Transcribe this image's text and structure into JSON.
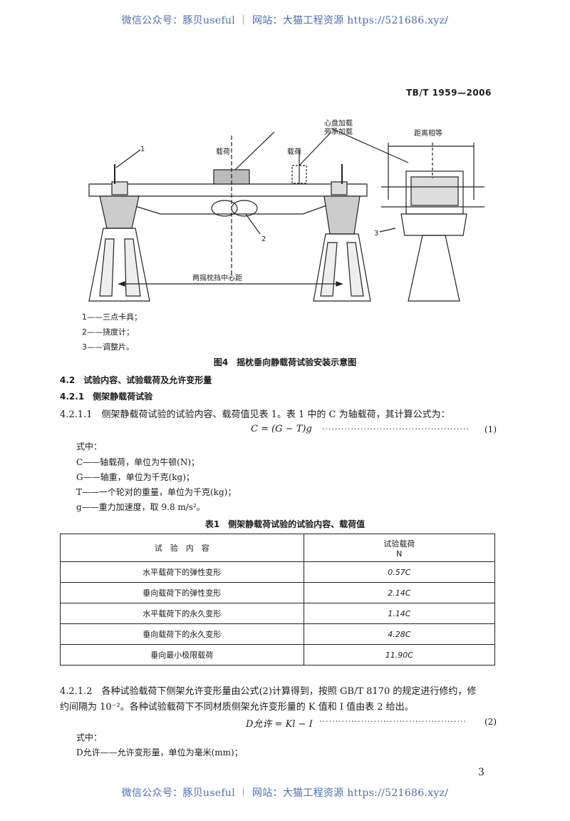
{
  "watermark": {
    "top_text": "微信公众号：豚贝useful ｜ 网站：大猫工程资源 https://521686.xyz/",
    "bottom_text": "微信公众号：豚贝useful ｜ 网站：大猫工程资源 https://521686.xyz/"
  },
  "header": {
    "standard_code": "TB/T 1959—2006"
  },
  "figure": {
    "labels": {
      "load_left": "载荷",
      "load_right": "载荷",
      "center_plate": "心盘加载",
      "side_bearing": "旁承加载",
      "distance_label": "距离相等",
      "span_label": "两摇枕挡中心距",
      "callout_1": "1",
      "callout_2": "2",
      "callout_3": "3"
    },
    "legend": [
      "1——三点卡具；",
      "2——挠度计；",
      "3——调整片。"
    ],
    "caption": "图4　摇枕垂向静载荷试验安装示意图"
  },
  "sections": {
    "s_4_2": "4.2　试验内容、试验载荷及允许变形量",
    "s_4_2_1": "4.2.1　侧架静载荷试验",
    "p_4_2_1_1": "4.2.1.1　侧架静载荷试验的试验内容、载荷值见表 1。表 1 中的 C 为轴载荷，其计算公式为：",
    "formula_1": "C = (G − T)g",
    "formula_1_dots": "··············································",
    "formula_1_no": "(1)",
    "where_1": "式中：",
    "defs_1": [
      "C——轴载荷，单位为牛顿(N)；",
      "G——轴重，单位为千克(kg)；",
      "T——一个轮对的重量，单位为千克(kg)；",
      "g——重力加速度，取 9.8 m/s²。"
    ],
    "table_caption": "表1　侧架静载荷试验的试验内容、载荷值",
    "p_4_2_1_2_line1": "4.2.1.2　各种试验载荷下侧架允许变形量由公式(2)计算得到，按照 GB/T 8170 的规定进行修约，修",
    "p_4_2_1_2_line2": "约间隔为 10⁻²。各种试验载荷下不同材质侧架允许变形量的 K 值和 I 值由表 2 给出。",
    "formula_2": "D允许 = Kl − I",
    "formula_2_dots": "··············································",
    "formula_2_no": "(2)",
    "where_2": "式中：",
    "defs_2": [
      "D允许——允许变形量，单位为毫米(mm)；"
    ]
  },
  "table_1": {
    "headers": [
      "试　验　内　容",
      "试验载荷",
      "N"
    ],
    "rows": [
      [
        "水平载荷下的弹性变形",
        "0.57C"
      ],
      [
        "垂向载荷下的弹性变形",
        "2.14C"
      ],
      [
        "水平载荷下的永久变形",
        "1.14C"
      ],
      [
        "垂向载荷下的永久变形",
        "4.28C"
      ],
      [
        "垂向最小极限载荷",
        "11.90C"
      ]
    ]
  },
  "page_number": "3"
}
